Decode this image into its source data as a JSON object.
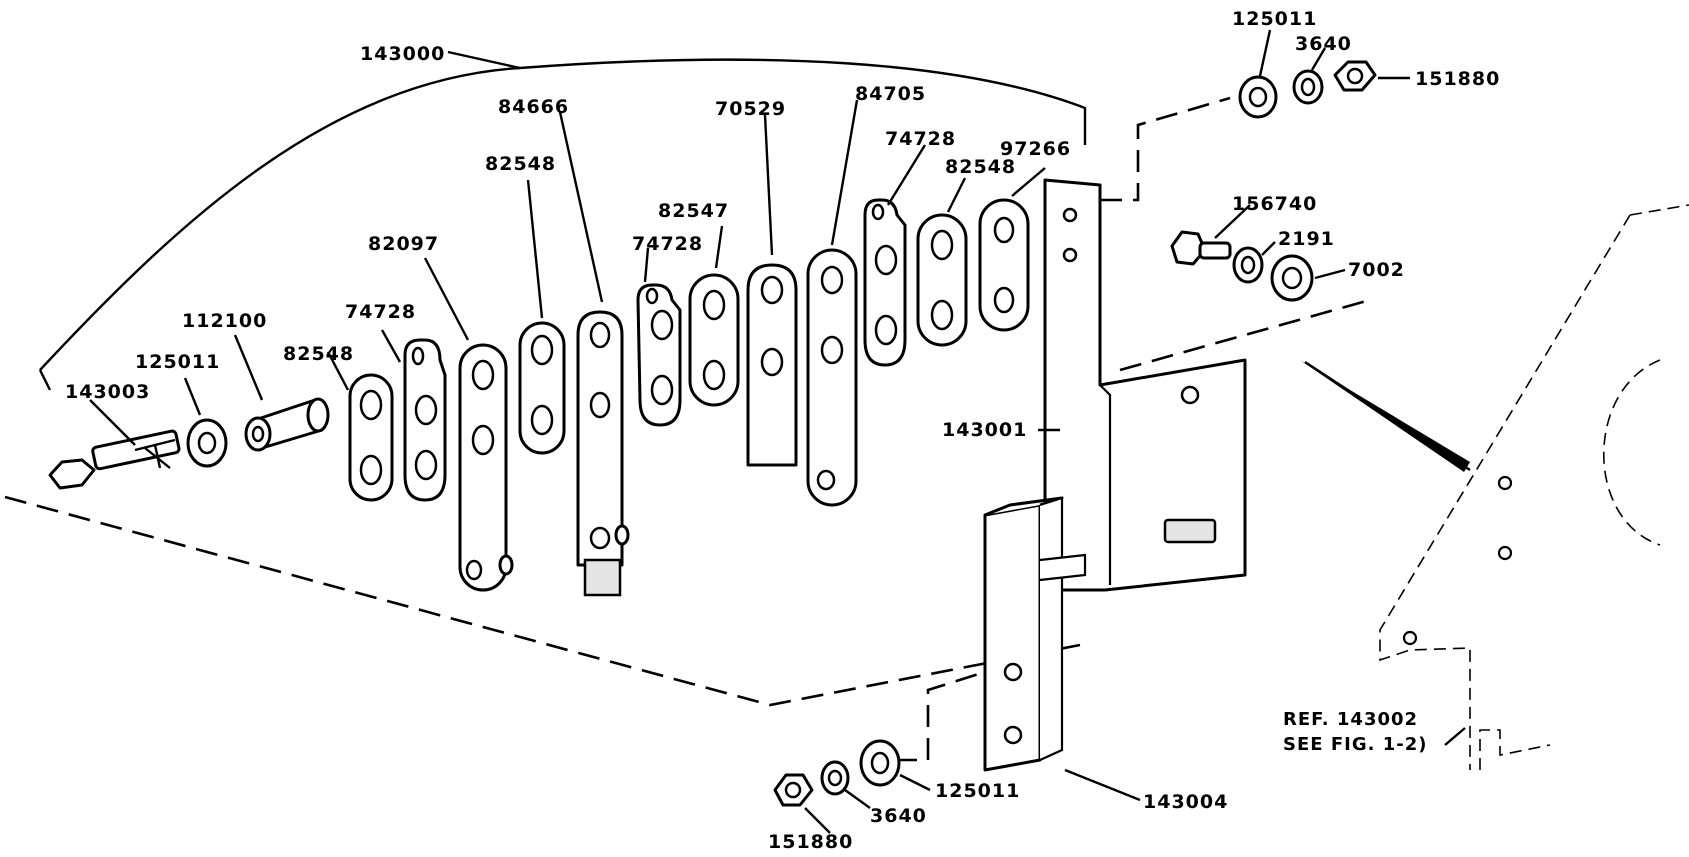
{
  "labels": {
    "l_143000": "143000",
    "l_143003": "143003",
    "l_125011_left": "125011",
    "l_112100": "112100",
    "l_82548_a": "82548",
    "l_74728_a": "74728",
    "l_82097": "82097",
    "l_82548_b": "82548",
    "l_84666": "84666",
    "l_74728_b": "74728",
    "l_82547": "82547",
    "l_70529": "70529",
    "l_84705": "84705",
    "l_74728_c": "74728",
    "l_82548_c": "82548",
    "l_97266": "97266",
    "l_125011_top": "125011",
    "l_3640_top": "3640",
    "l_151880_top": "151880",
    "l_156740": "156740",
    "l_2191": "2191",
    "l_7002": "7002",
    "l_143001": "143001",
    "l_143004": "143004",
    "l_125011_bottom": "125011",
    "l_3640_bottom": "3640",
    "l_151880_bottom": "151880",
    "ref_line1": "REF. 143002",
    "ref_line2": "SEE FIG. 1-2)"
  }
}
